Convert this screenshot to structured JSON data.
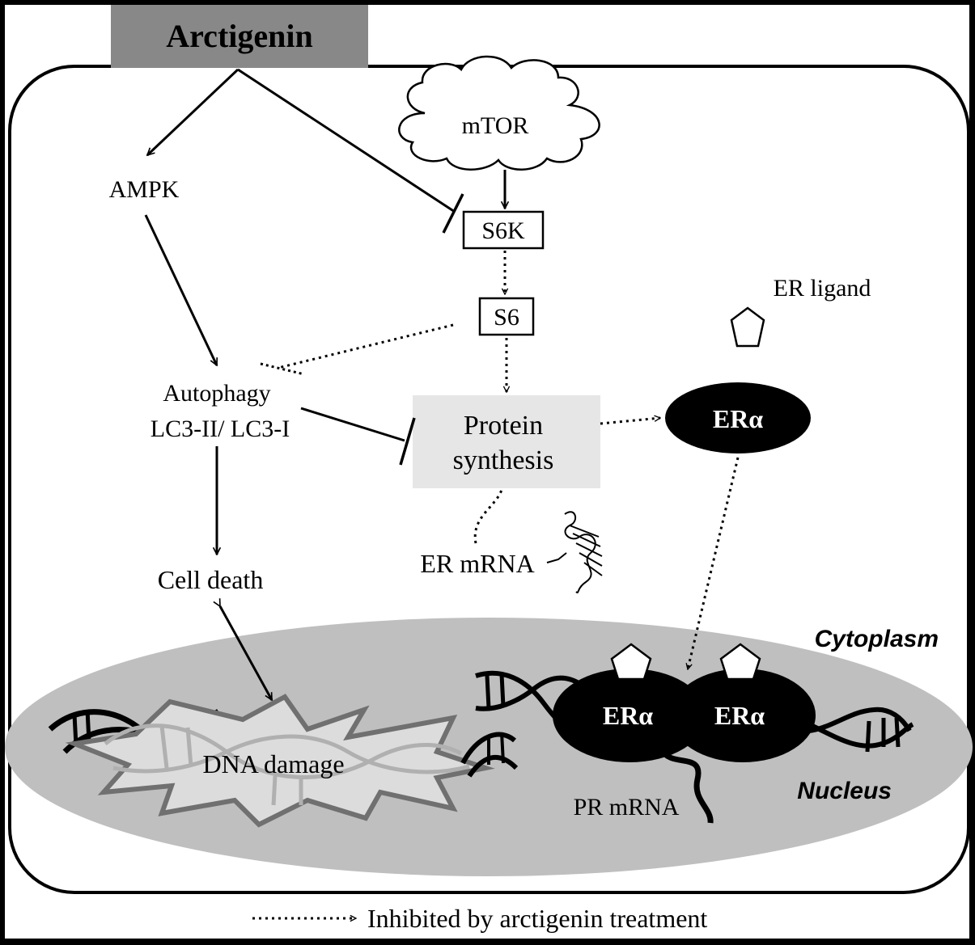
{
  "title": "Arctigenin",
  "nodes": {
    "mtor": "mTOR",
    "ampk": "AMPK",
    "s6k": "S6K",
    "s6": "S6",
    "er_ligand": "ER ligand",
    "autophagy_line1": "Autophagy",
    "autophagy_line2": "LC3-II/ LC3-I",
    "protein_synthesis_line1": "Protein",
    "protein_synthesis_line2": "synthesis",
    "era": "ERα",
    "er_mrna": "ER mRNA",
    "cell_death": "Cell death",
    "dna_damage": "DNA damage",
    "era_dimer_left": "ERα",
    "era_dimer_right": "ERα",
    "pr_mrna": "PR mRNA"
  },
  "compartments": {
    "cytoplasm": "Cytoplasm",
    "nucleus": "Nucleus"
  },
  "legend": {
    "dotted_arrow": "Inhibited by arctigenin treatment"
  },
  "colors": {
    "background": "#000000",
    "panel": "#ffffff",
    "title_box": "#888888",
    "nucleus": "#bfbfbf",
    "protein_box": "#e6e6e6",
    "dna_damage_fill": "#dcdcdc",
    "dna_damage_stroke": "#707070"
  }
}
